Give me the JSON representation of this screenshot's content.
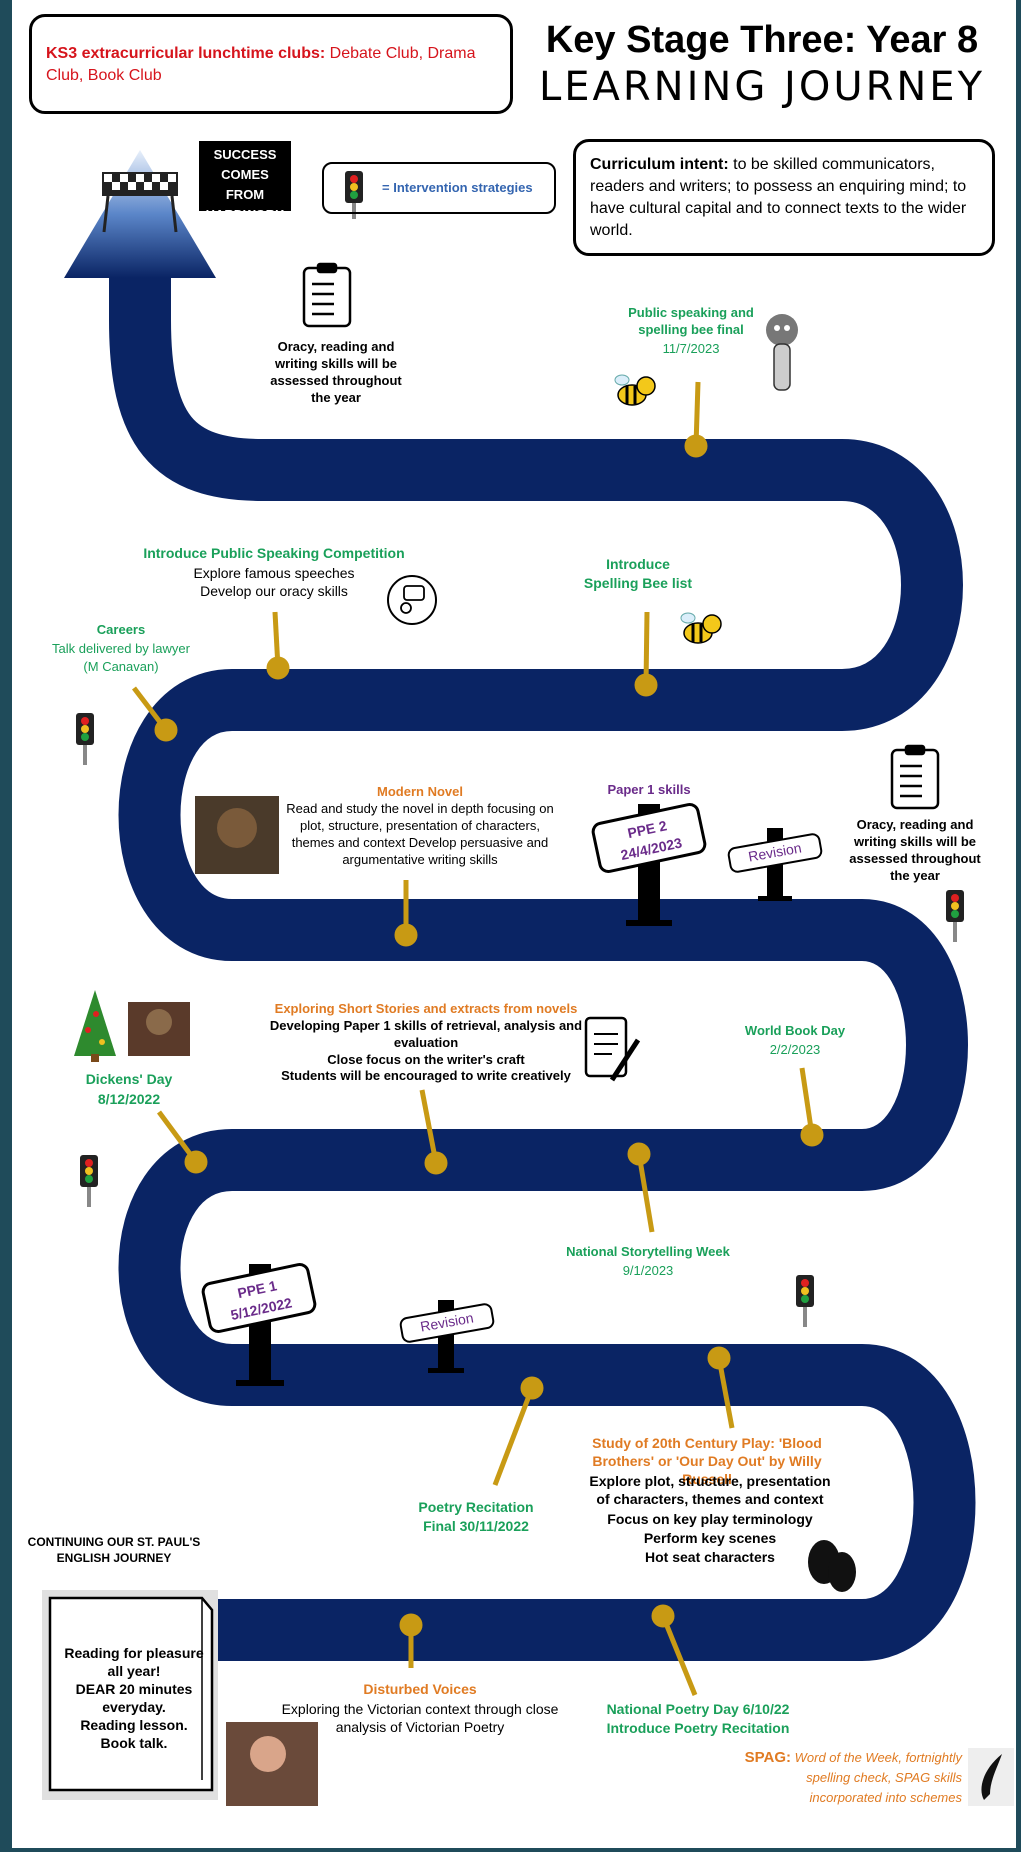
{
  "header": {
    "title_line1": "Key Stage Three: Year 8",
    "title_line2": "LEARNING JOURNEY"
  },
  "clubs": {
    "label": "KS3 extracurricular lunchtime clubs:",
    "text": " Debate Club, Drama Club, Book Club"
  },
  "intent": {
    "label": "Curriculum intent:",
    "text": " to be skilled communicators, readers and writers; to possess an enquiring mind; to have cultural capital and to connect texts to the wider world."
  },
  "legend": {
    "intervention": "= Intervention strategies"
  },
  "summit_sign": [
    "SUCCESS COMES",
    "FROM",
    "HARDWORK"
  ],
  "oracy_top": "Oracy, reading and writing skills will be assessed throughout the year",
  "oracy_right": "Oracy, reading and writing skills will be assessed throughout the year",
  "spelling_final": {
    "title": "Public speaking and spelling bee final",
    "date": "11/7/2023"
  },
  "public_speaking": {
    "title": "Introduce Public Speaking Competition",
    "line1": "Explore famous speeches",
    "line2": "Develop our oracy skills"
  },
  "spelling_intro": {
    "title": "Introduce",
    "title2": "Spelling Bee list"
  },
  "careers": {
    "title": "Careers",
    "line1": "Talk delivered by lawyer",
    "line2": "(M Canavan)"
  },
  "modern_novel": {
    "title": "Modern Novel",
    "text": "Read and study the novel in depth focusing on plot, structure, presentation of characters, themes and context Develop persuasive and argumentative writing skills"
  },
  "paper1": "Paper 1 skills",
  "ppe2": {
    "line1": "PPE 2",
    "line2": "24/4/2023"
  },
  "revision_1": "Revision",
  "revision_2": "Revision",
  "short_stories": {
    "title": "Exploring Short Stories and extracts from novels",
    "line1": "Developing Paper 1 skills of retrieval, analysis and evaluation",
    "line2": "Close focus on the writer's craft",
    "line3": "Students will be encouraged to write creatively"
  },
  "world_book_day": {
    "title": "World Book Day",
    "date": "2/2/2023"
  },
  "dickens": {
    "title": "Dickens' Day",
    "date": "8/12/2022"
  },
  "storytelling": {
    "title": "National Storytelling Week",
    "date": "9/1/2023"
  },
  "ppe1": {
    "line1": "PPE 1",
    "line2": "5/12/2022"
  },
  "poetry_recitation": {
    "title": "Poetry Recitation",
    "date": "Final 30/11/2022"
  },
  "play": {
    "title": "Study of 20th Century Play: 'Blood Brothers' or 'Our Day Out' by Willy Russell",
    "line1": "Explore plot, structure, presentation of characters, themes and context",
    "line2": "Focus on key play terminology",
    "line3": "Perform key scenes",
    "line4": "Hot seat characters"
  },
  "continuing": "CONTINUING OUR ST. PAUL'S ENGLISH JOURNEY",
  "book": {
    "line1": "Reading for pleasure all year!",
    "line2": "DEAR 20 minutes everyday.",
    "line3": "Reading lesson.",
    "line4": "Book talk."
  },
  "disturbed": {
    "title": "Disturbed Voices",
    "text": "Exploring the Victorian context through close analysis of Victorian Poetry"
  },
  "poetry_day": {
    "title": "National Poetry Day 6/10/22",
    "line2": "Introduce Poetry Recitation"
  },
  "spag": {
    "label": "SPAG:",
    "text": " Word of the Week, fortnightly spelling check, SPAG skills incorporated into schemes"
  },
  "colors": {
    "road": "#0a2464",
    "pin": "#c89a14",
    "green": "#1aa05a",
    "orange": "#e07b23",
    "purple": "#6a2b8a"
  }
}
